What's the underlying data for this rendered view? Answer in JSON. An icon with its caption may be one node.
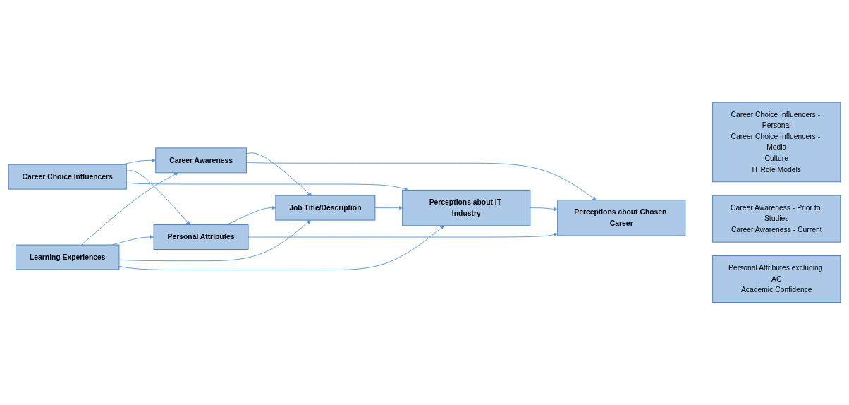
{
  "diagram": {
    "nodes": [
      {
        "text": [
          "Career Choice Influencers"
        ]
      },
      {
        "text": [
          "Career Choice Influencers - Personal",
          "Career Choice Influencers - Media",
          "Culture",
          "IT Role Models"
        ]
      },
      {
        "text": [
          "Career Awareness"
        ]
      },
      {
        "text": [
          "Career Awareness - Prior to Studies",
          "Career Awareness - Current"
        ]
      },
      {
        "text": [
          "Personal Attributes"
        ]
      },
      {
        "text": [
          "Personal Attributes excluding AC",
          "Academic Confidence"
        ]
      },
      {
        "text": [
          "Perceptions about Chosen Career"
        ]
      },
      {
        "text": [
          "Learning Experiences"
        ]
      },
      {
        "text": [
          "Job Title/Description"
        ]
      },
      {
        "text": [
          "Perceptions about IT Industry"
        ]
      }
    ],
    "edges": [
      {
        "from": 0,
        "to": 2,
        "arrow": "to"
      },
      {
        "from": 0,
        "to": 4,
        "arrow": "to"
      },
      {
        "from": 0,
        "to": 9,
        "arrow": "to"
      },
      {
        "from": 7,
        "to": 2,
        "arrow": "to"
      },
      {
        "from": 7,
        "to": 4,
        "arrow": "to"
      },
      {
        "from": 7,
        "to": 8,
        "arrow": "to"
      },
      {
        "from": 7,
        "to": 9,
        "arrow": "to"
      },
      {
        "from": 2,
        "to": 8,
        "arrow": "to"
      },
      {
        "from": 4,
        "to": 8,
        "arrow": "to"
      },
      {
        "from": 8,
        "to": 9,
        "arrow": "to"
      },
      {
        "from": 2,
        "to": 6,
        "arrow": "to"
      },
      {
        "from": 4,
        "to": 6,
        "arrow": "to"
      },
      {
        "from": 9,
        "to": 6,
        "arrow": "to"
      }
    ]
  }
}
